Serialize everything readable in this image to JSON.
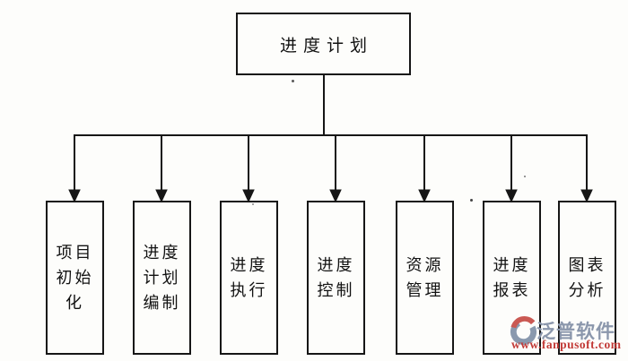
{
  "diagram": {
    "root": {
      "label": "进度计划"
    },
    "children": [
      {
        "label": "项目初始化"
      },
      {
        "label": "进度计划编制"
      },
      {
        "label": "进度执行"
      },
      {
        "label": "进度控制"
      },
      {
        "label": "资源管理"
      },
      {
        "label": "进度报表"
      },
      {
        "label": "图表分析"
      }
    ],
    "line_color": "#161616"
  },
  "watermark": {
    "brand": "泛普软件",
    "url": "www.fanpusoft.com",
    "colors": {
      "brand_text": "#8b97ac",
      "url_text": "#c23a37",
      "logo_red": "#c8514b",
      "logo_blue": "#8494aa"
    }
  }
}
